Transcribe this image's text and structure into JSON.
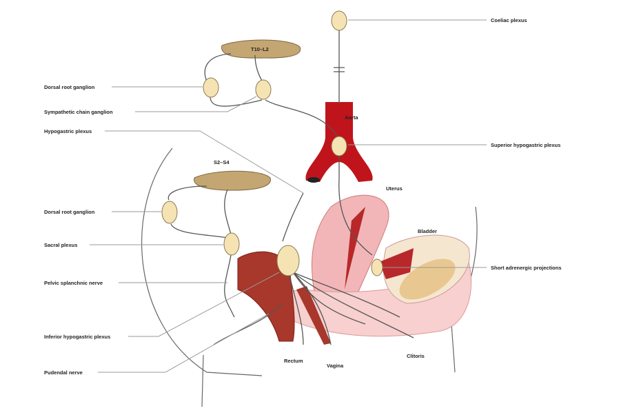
{
  "labels": {
    "coeliac_plexus": "Coeliac plexus",
    "t10_l2": "T10–L2",
    "dorsal_root_ganglion_upper": "Dorsal root ganglion",
    "sympathetic_chain_ganglion": "Sympathetic chain ganglion",
    "hypogastric_plexus": "Hypogastric plexus",
    "aorta": "Aorta",
    "superior_hypogastric_plexus": "Superior hypogastric plexus",
    "s2_s4": "S2–S4",
    "uterus": "Uterus",
    "bladder": "Bladder",
    "dorsal_root_ganglion_lower": "Dorsal root ganglion",
    "sacral_plexus": "Sacral plexus",
    "short_adrenergic_projections": "Short adrenergic projections",
    "pelvic_splanchnic_nerve": "Pelvic splanchnic nerve",
    "inferior_hypogastric_plexus": "Inferior hypogastric plexus",
    "pudendal_nerve": "Pudendal nerve",
    "rectum": "Rectum",
    "vagina": "Vagina",
    "clitoris": "Clitoris"
  },
  "colors": {
    "aorta": "#c0141c",
    "ganglion": "#f6e3b4",
    "spinal_cord": "#c4a672",
    "uterus": "#f2b6b8",
    "rectum": "#a8372c",
    "bladder_fat": "#e8c890"
  }
}
